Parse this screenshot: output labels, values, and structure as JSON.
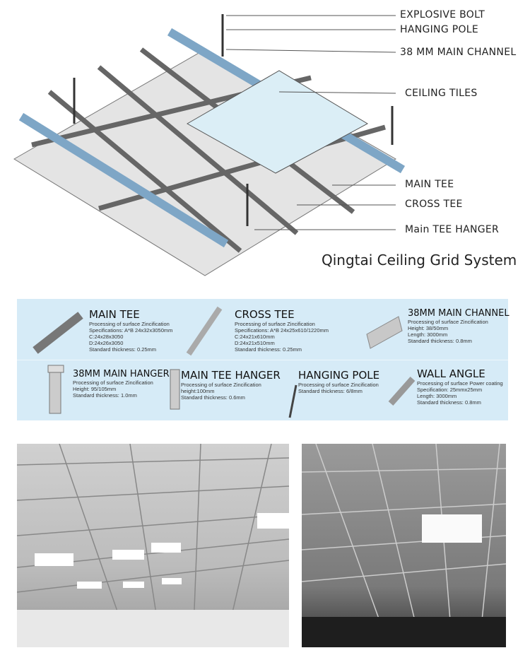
{
  "diagram": {
    "labels": [
      "EXPLOSIVE BOLT",
      "HANGING POLE",
      "38 MM MAIN CHANNEL",
      "CEILING TILES",
      "MAIN TEE",
      "CROSS TEE",
      "Main TEE HANGER"
    ],
    "caption": "Qingtai Ceiling Grid System"
  },
  "products": [
    {
      "name": "MAIN TEE",
      "lines": [
        "Processing of surface Zincification",
        "Specifications: A*B 24x32x3050mm",
        "C:24x28x3050",
        "D:24x26x3050",
        "Standard thickness: 0.25mm"
      ]
    },
    {
      "name": "CROSS TEE",
      "lines": [
        "Processing of surface Zincification",
        "Specifications: A*B 24x25x610/1220mm",
        "C:24x21x610mm",
        "D:24x21x510mm",
        "Standard thickness: 0.25mm"
      ]
    },
    {
      "name": "38MM MAIN CHANNEL",
      "lines": [
        "Processing of surface Zincification",
        "Height: 38/50mm",
        "Length: 3000mm",
        "Standard thickness: 0.8mm"
      ]
    },
    {
      "name": "38MM MAIN HANGER",
      "lines": [
        "Processing of surface Zincification",
        "Height: 95/105mm",
        "Standard thickness: 1.0mm"
      ]
    },
    {
      "name": "MAIN TEE HANGER",
      "lines": [
        "Processing of surface Zincification",
        "height:100mm",
        "Standard thickness: 0.6mm"
      ]
    },
    {
      "name": "HANGING POLE",
      "lines": [
        "Processing of surface Zincification",
        "Standard thickness: 6/8mm"
      ]
    },
    {
      "name": "WALL ANGLE",
      "lines": [
        "Processing of surface Power coating",
        "Specification: 25mmx25mm",
        "Length: 3000mm",
        "Standard thickness: 0.8mm"
      ]
    }
  ],
  "colors": {
    "panel": "#d6ebf7",
    "channel": "#a9c6dd",
    "tile": "#dbeef6"
  }
}
